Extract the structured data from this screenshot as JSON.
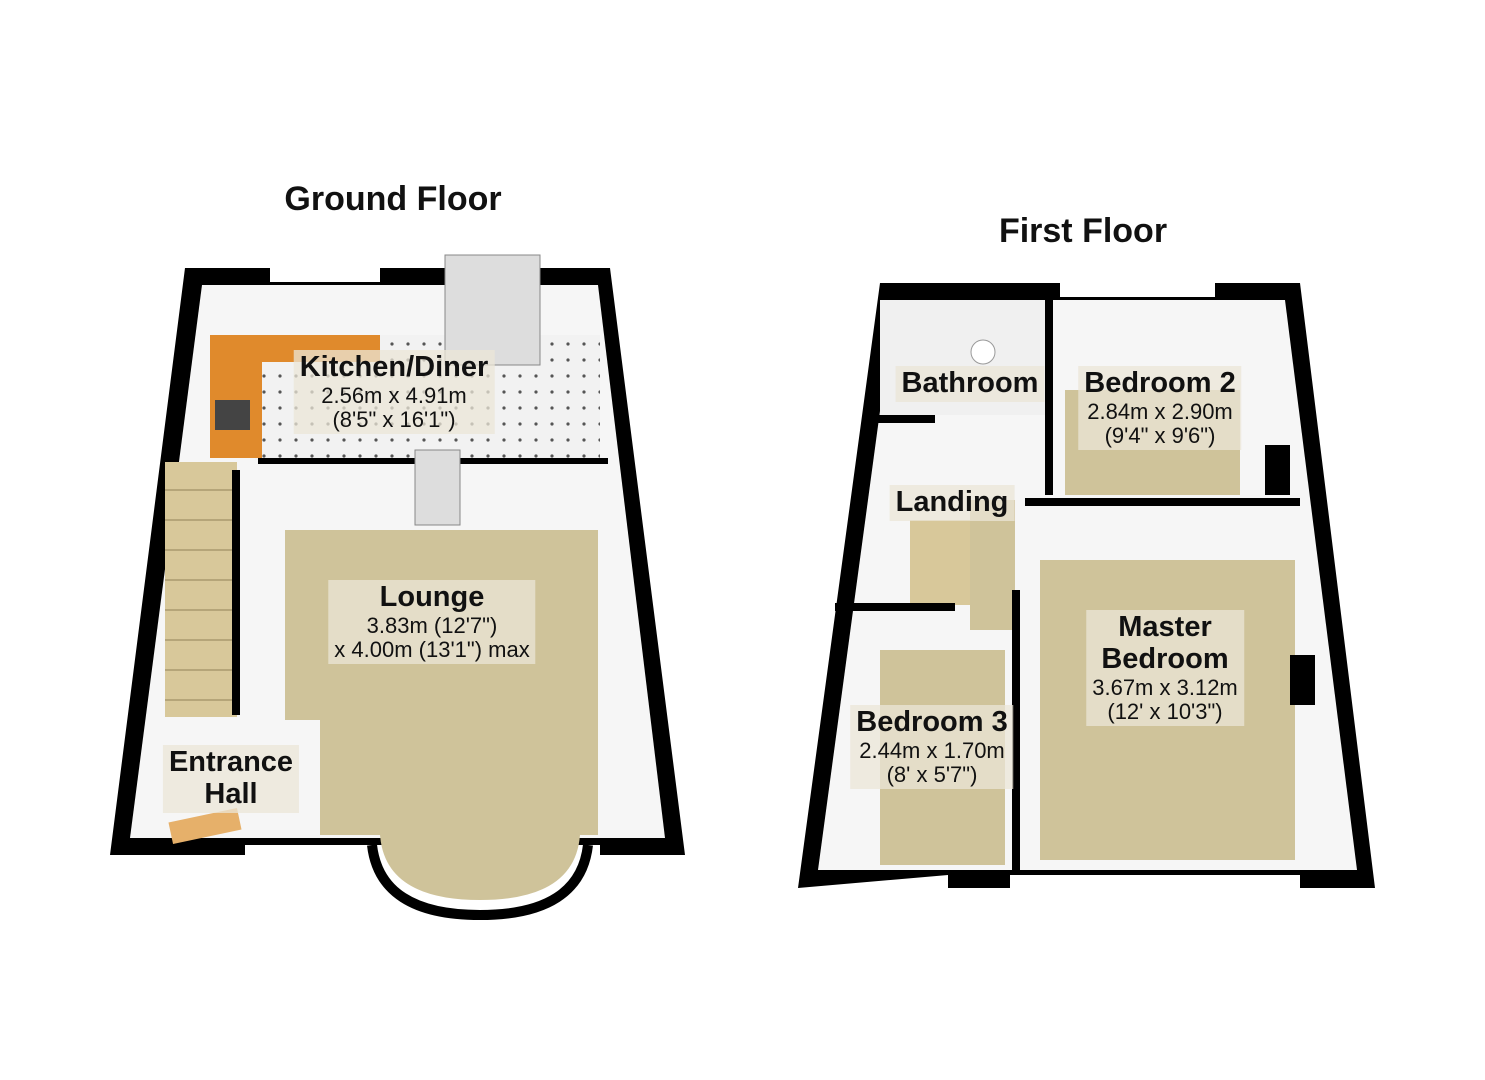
{
  "floors": [
    {
      "title": "Ground Floor",
      "rooms": [
        {
          "name": "Kitchen/Diner",
          "dim1": "2.56m x 4.91m",
          "dim2": "(8'5\" x 16'1\")"
        },
        {
          "name": "Lounge",
          "dim1": "3.83m (12'7\")",
          "dim2": "x 4.00m (13'1\") max"
        },
        {
          "name": "Entrance",
          "name2": "Hall"
        }
      ]
    },
    {
      "title": "First Floor",
      "rooms": [
        {
          "name": "Bathroom"
        },
        {
          "name": "Bedroom 2",
          "dim1": "2.84m x 2.90m",
          "dim2": "(9'4\" x 9'6\")"
        },
        {
          "name": "Landing"
        },
        {
          "name": "Master",
          "name2": "Bedroom",
          "dim1": "3.67m x 3.12m",
          "dim2": "(12' x 10'3\")"
        },
        {
          "name": "Bedroom 3",
          "dim1": "2.44m x 1.70m",
          "dim2": "(8' x 5'7\")"
        }
      ]
    }
  ],
  "colors": {
    "wall": "#000000",
    "carpet": "#cfc39a",
    "tile": "#eeeeee",
    "counter": "#e08a2c",
    "inner_wall": "#f4f4f4"
  }
}
